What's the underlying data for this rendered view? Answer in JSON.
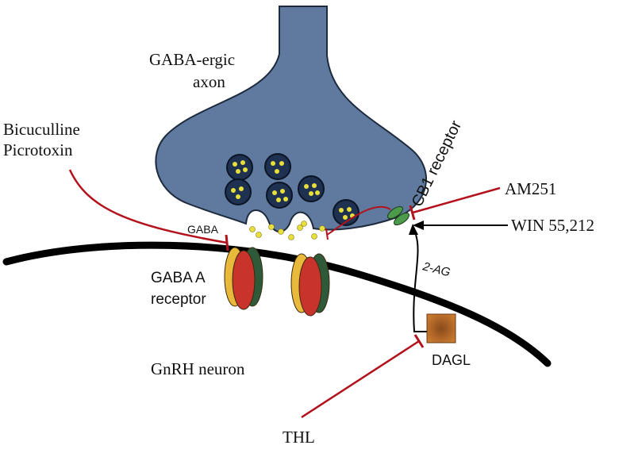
{
  "labels": {
    "axon_line1": "GABA-ergic",
    "axon_line2": "axon",
    "antagonist_line1": "Bicuculline",
    "antagonist_line2": "Picrotoxin",
    "gaba": "GABA",
    "receptor_line1": "GABA A",
    "receptor_line2": "receptor",
    "cb1": "CB1 receptor",
    "am251": "AM251",
    "win": "WIN 55,212",
    "two_ag": "2-AG",
    "dagl": "DAGL",
    "neuron": "GnRH neuron",
    "thl": "THL"
  },
  "colors": {
    "axon_fill": "#5f7a9e",
    "axon_stroke": "#1e2b3e",
    "vesicle_dot": "#e8df3a",
    "inhibit_red": "#b3121c",
    "receptor_red": "#c8332b",
    "receptor_green": "#2f5a3a",
    "receptor_yellow": "#e8b93a",
    "cb1_green": "#4c9a4a",
    "dagl_fill": "#b8621e",
    "membrane": "#000000"
  }
}
